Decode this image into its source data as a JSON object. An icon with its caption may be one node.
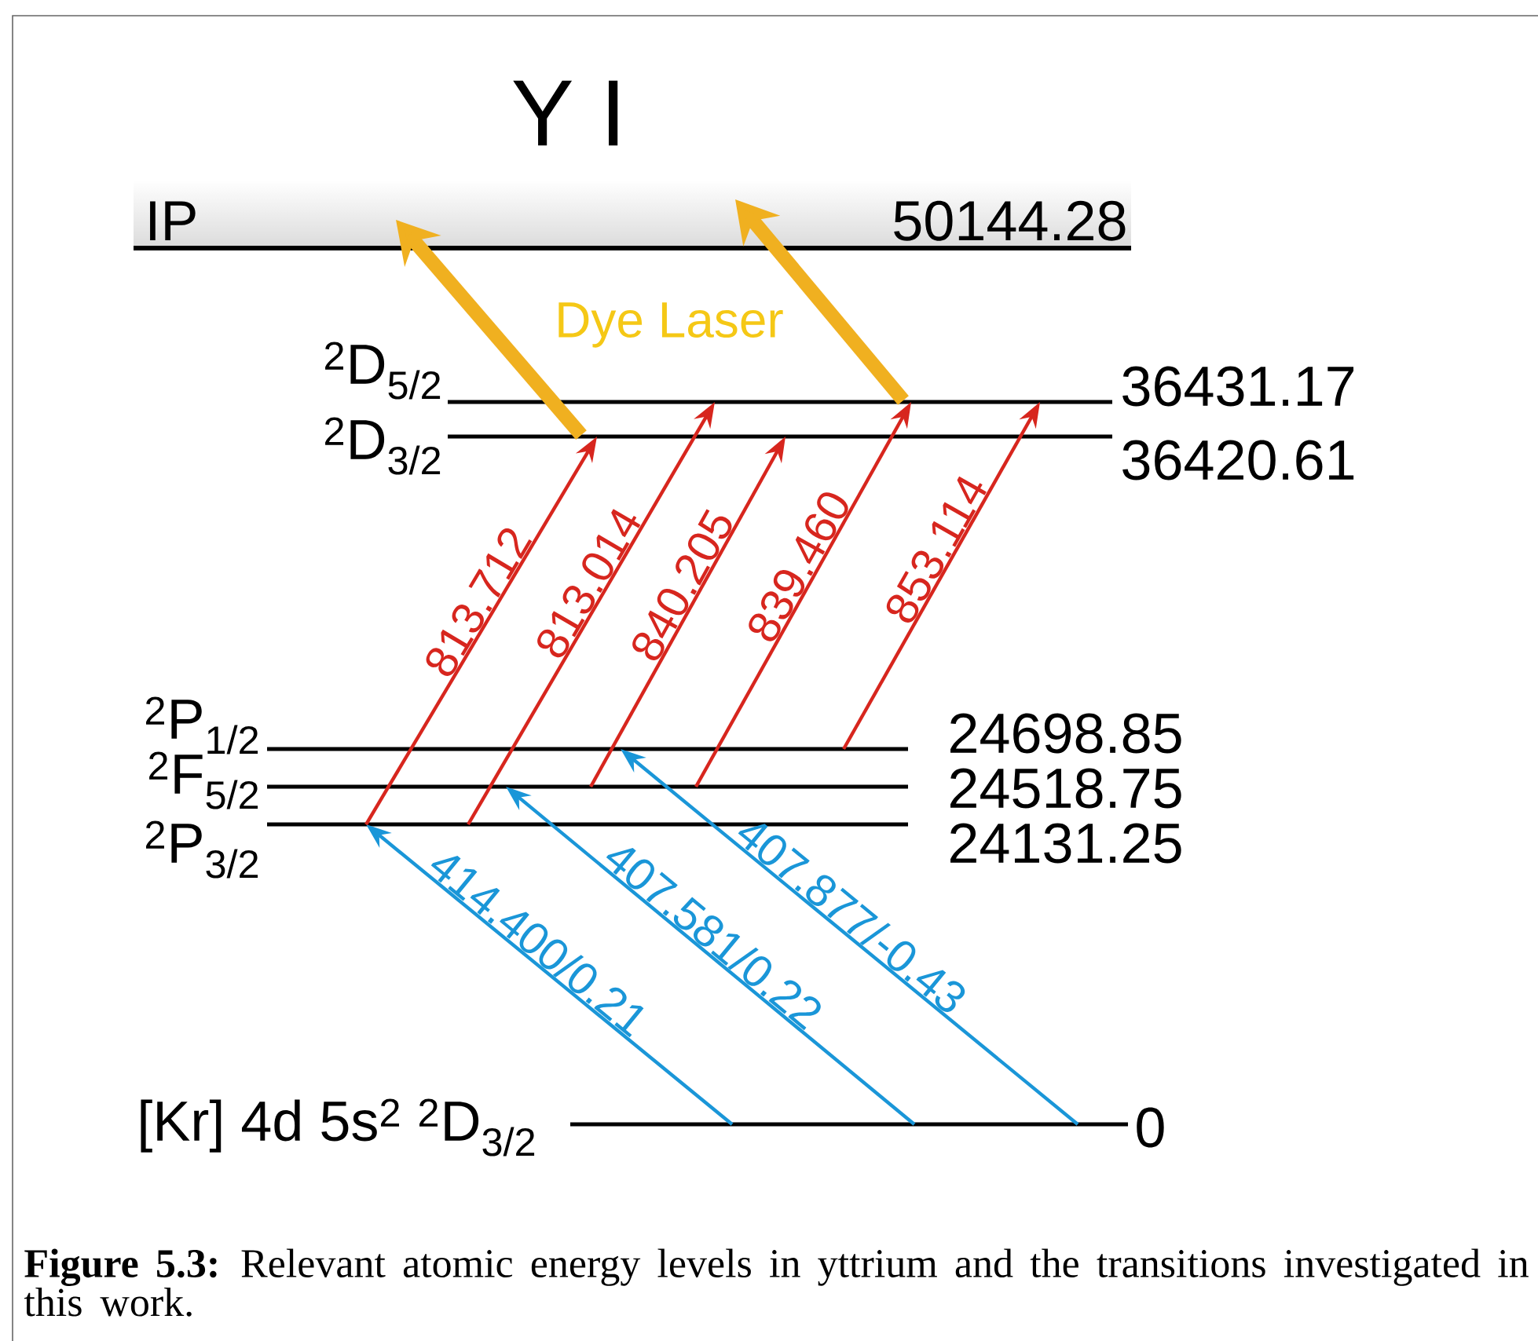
{
  "diagram": {
    "title": "Y I",
    "caption": "**Figure 5.3:** Relevant atomic energy levels in yttrium and the transitions investigated in this work.",
    "nodes": [
      {
        "text": [
          "IP",
          "50144.28"
        ]
      },
      {
        "text": [
          "$^{2}$D$_{5/2}$",
          "36431.17"
        ]
      },
      {
        "text": [
          "$^{2}$D$_{3/2}$",
          "36420.61"
        ]
      },
      {
        "text": [
          "$^{2}$P$_{1/2}$",
          "24698.85"
        ]
      },
      {
        "text": [
          "$^{2}$F$_{5/2}$",
          "24518.75"
        ]
      },
      {
        "text": [
          "$^{2}$P$_{3/2}$",
          "24131.25"
        ]
      },
      {
        "text": [
          "[Kr] 4d 5s$^{2}$ $^{2}$D$_{3/2}$",
          "0"
        ]
      }
    ],
    "edges": [
      {
        "from": 6,
        "to": 5,
        "arrow": "to",
        "label": "414.400/0.21",
        "color": "#1a96d8"
      },
      {
        "from": 6,
        "to": 4,
        "arrow": "to",
        "label": "407.581/0.22",
        "color": "#1a96d8"
      },
      {
        "from": 6,
        "to": 3,
        "arrow": "to",
        "label": "407.877/-0.43",
        "color": "#1a96d8"
      },
      {
        "from": 5,
        "to": 2,
        "arrow": "to",
        "label": "813.712"
      },
      {
        "from": 5,
        "to": 1,
        "arrow": "to",
        "label": "813.014"
      },
      {
        "from": 4,
        "to": 2,
        "arrow": "to",
        "label": "840.205"
      },
      {
        "from": 4,
        "to": 1,
        "arrow": "to",
        "label": "839.460"
      },
      {
        "from": 3,
        "to": 1,
        "arrow": "to",
        "label": "853.114"
      },
      {
        "from": 2,
        "to": 0,
        "arrow": "to",
        "style": "thick",
        "color": "#f0b020"
      },
      {
        "from": 1,
        "to": 0,
        "arrow": "to",
        "style": "thick",
        "color": "#f0b020"
      }
    ],
    "labels": [
      "Dye Laser"
    ]
  }
}
